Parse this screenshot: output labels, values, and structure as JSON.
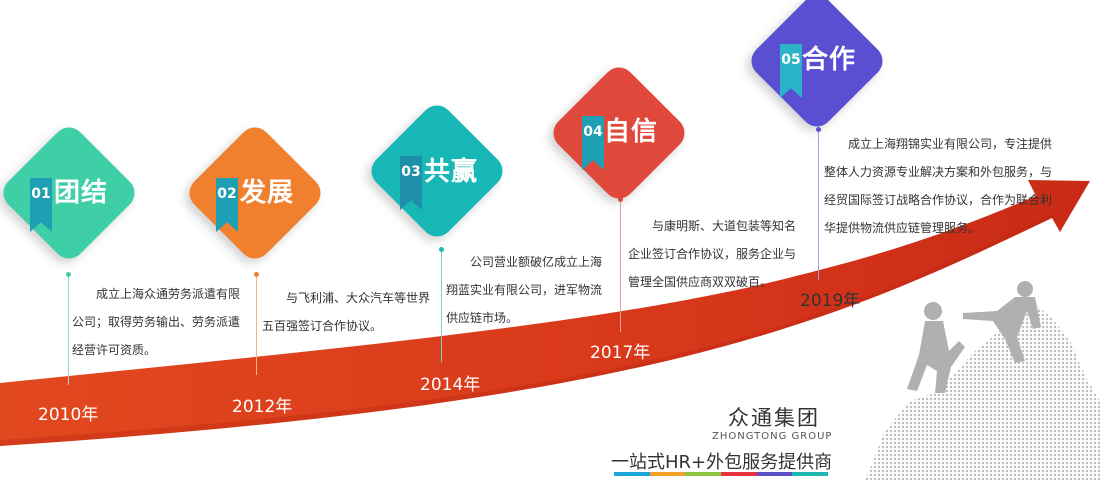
{
  "colors": {
    "arrow": "#d93a1b",
    "arrow_dark": "#c42b14",
    "seg_colors": [
      "#1aa7d8",
      "#f2a02a",
      "#8dc63f",
      "#e5333e",
      "#5b4fc6",
      "#1ab8b0"
    ]
  },
  "milestones": [
    {
      "num": "01",
      "label": "团结",
      "year": "2010年",
      "color": "#3ecfa6",
      "ribbon_color": "#1e9fb3",
      "line_color": "#8fd8cb",
      "text": "成立上海众通劳务派遣有限公司；取得劳务输出、劳务派遣经营许可资质。",
      "icon": "diamond-badge"
    },
    {
      "num": "02",
      "label": "发展",
      "year": "2012年",
      "color": "#f07f2e",
      "ribbon_color": "#1e9fb3",
      "line_color": "#f6b489",
      "text": "与飞利浦、大众汽车等世界五百强签订合作协议。",
      "icon": "diamond-badge"
    },
    {
      "num": "03",
      "label": "共赢",
      "year": "2014年",
      "color": "#16b7b5",
      "ribbon_color": "#1e8fa8",
      "line_color": "#7ccfd0",
      "text": "公司营业额破亿成立上海翔蓝实业有限公司，进军物流供应链市场。",
      "icon": "diamond-badge"
    },
    {
      "num": "04",
      "label": "自信",
      "year": "2017年",
      "color": "#e0483c",
      "ribbon_color": "#1e9fb3",
      "line_color": "#ec9a92",
      "text": "与康明斯、大道包装等知名企业签订合作协议，服务企业与管理全国供应商双双破百。",
      "icon": "diamond-badge"
    },
    {
      "num": "05",
      "label": "合作",
      "year": "2019年",
      "color": "#5a4fd0",
      "ribbon_color": "#2bb3c9",
      "line_color": "#a4a0e4",
      "text": "成立上海翔锦实业有限公司，专注提供整体人力资源专业解决方案和外包服务，与经贸国际签订战略合作协议，合作为联合利华提供物流供应链管理服务。",
      "icon": "diamond-badge"
    }
  ],
  "brand": {
    "name": "众通集团",
    "en": "ZHONGTONG GROUP",
    "slogan": "一站式HR+外包服务提供商"
  },
  "decor": {
    "illustration": "climbers-helping-hand-halftone",
    "illustration_color": "#c8c8c8"
  }
}
